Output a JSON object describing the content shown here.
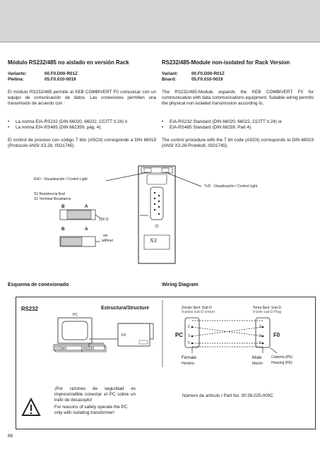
{
  "left": {
    "title": "Módulo RS232/485 no aislado en versión Rack",
    "variant_label": "Variante:",
    "variant_value": "00.F0.D00-R01Z",
    "board_label": "Pletina:",
    "board_value": "05.F0.010-0019",
    "para1": "El módulo RS232/485 permite al KEB COMBIVERT F0 comunicar con un equipo de comunicación de datos. Las conexiones permiten una transmisión de acuerdo con :",
    "bullets": [
      "La norma EIA-RS232 (DIN 66020, 66022, CCITT V.24) ó",
      "La norma EIA-RS485 (DIN 662359, pág. 4)."
    ],
    "para2": "El control de proceso con código 7 bits (ASCII) corresponde a DIN 66019 (Protocolo ANSI X3.28, ISO1745)."
  },
  "right": {
    "title": "RS232/485-Module non-isolated for Rack Version",
    "variant_label": "Variant:",
    "variant_value": "00.F0.D00-R01Z",
    "board_label": "Board:",
    "board_value": "05.F0.010-0019",
    "para1": "The RS232/485-Module expands the KEB COMBIVERT F0 for communication with data communications equipment. Suitable wiring permits the physical non-isolated transmission according to,",
    "bullets": [
      "EIA-RS232 Standard (DIN 66020, 66022, CCITT V.24) or",
      "EIA-RS485 Standard (DIN 66259, Part 4)."
    ],
    "para2": "The control procedure with the 7 bit code (ASCII) corresponds to DIN 66019 (ANSI X3.28-Protokoll, ISO1745)."
  },
  "figure": {
    "rxd": "RxD - Visualización / Control Light",
    "txd": "TxD - Visualización / Control Light",
    "res1": "S1 Resistencia final",
    "res2": "S1 Terminal Resistance",
    "b1": "B",
    "a1": "A",
    "b2": "B",
    "a2": "A",
    "ohm": "150 Ω",
    "sin": "sin",
    "without": "without",
    "x3": "X3"
  },
  "esquema": "Esquema de conexionado",
  "wiring": "Wiring Diagram",
  "diagram": {
    "rs232": "RS232",
    "pc": "PC",
    "structure": "Estructura/Structure",
    "f0": "F0",
    "com1": "COM1",
    "rs232_small": "RS232",
    "zocalo": "Zócalo 9pol. Sub-D",
    "socket": "9-polos sub-D socket",
    "toma": "Toma 9pol. Sub-D",
    "plug": "9-pole sub-D Plug",
    "pc2": "PC",
    "f0_2": "F0",
    "pin_l": [
      "2",
      "3",
      "5"
    ],
    "pin_r": [
      "2",
      "3",
      "5"
    ],
    "female": "Female",
    "hembra": "Hembra",
    "male": "Male",
    "macho": "Macho",
    "cubierta": "Cubierta (PE)",
    "housing": "Housing (PE)"
  },
  "warning": {
    "es": "¡Por razones de seguridad es imprescindible conectar el PC sobre un trafo de desacoplo!",
    "en": "For reasons of safety operate the PC only with isolating transformer!"
  },
  "part_number": "Número de artículo / Part No. 00.58.025-000C",
  "page_number": "88"
}
